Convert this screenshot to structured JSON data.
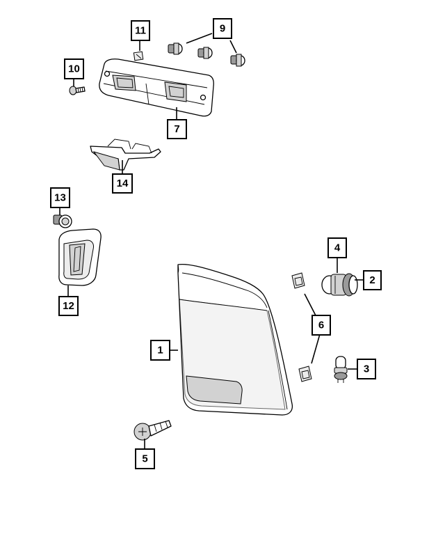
{
  "callouts": [
    {
      "id": "c1",
      "label": "1"
    },
    {
      "id": "c2",
      "label": "2"
    },
    {
      "id": "c3",
      "label": "3"
    },
    {
      "id": "c4",
      "label": "4"
    },
    {
      "id": "c5",
      "label": "5"
    },
    {
      "id": "c6",
      "label": "6"
    },
    {
      "id": "c7",
      "label": "7"
    },
    {
      "id": "c9",
      "label": "9"
    },
    {
      "id": "c10",
      "label": "10"
    },
    {
      "id": "c11",
      "label": "11"
    },
    {
      "id": "c12",
      "label": "12"
    },
    {
      "id": "c13",
      "label": "13"
    },
    {
      "id": "c14",
      "label": "14"
    }
  ]
}
